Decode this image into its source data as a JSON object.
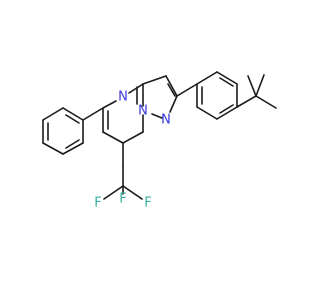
{
  "molecule": {
    "atoms": {
      "n_pyrimidine": "N",
      "n_bridge": "N",
      "n_pyrazole": "N",
      "f_top": "F",
      "f_left": "F",
      "f_right": "F"
    }
  },
  "colors": {
    "bond": "#1a1a1a",
    "nitrogen": "#3838e0",
    "fluorine": "#35b0a3"
  }
}
